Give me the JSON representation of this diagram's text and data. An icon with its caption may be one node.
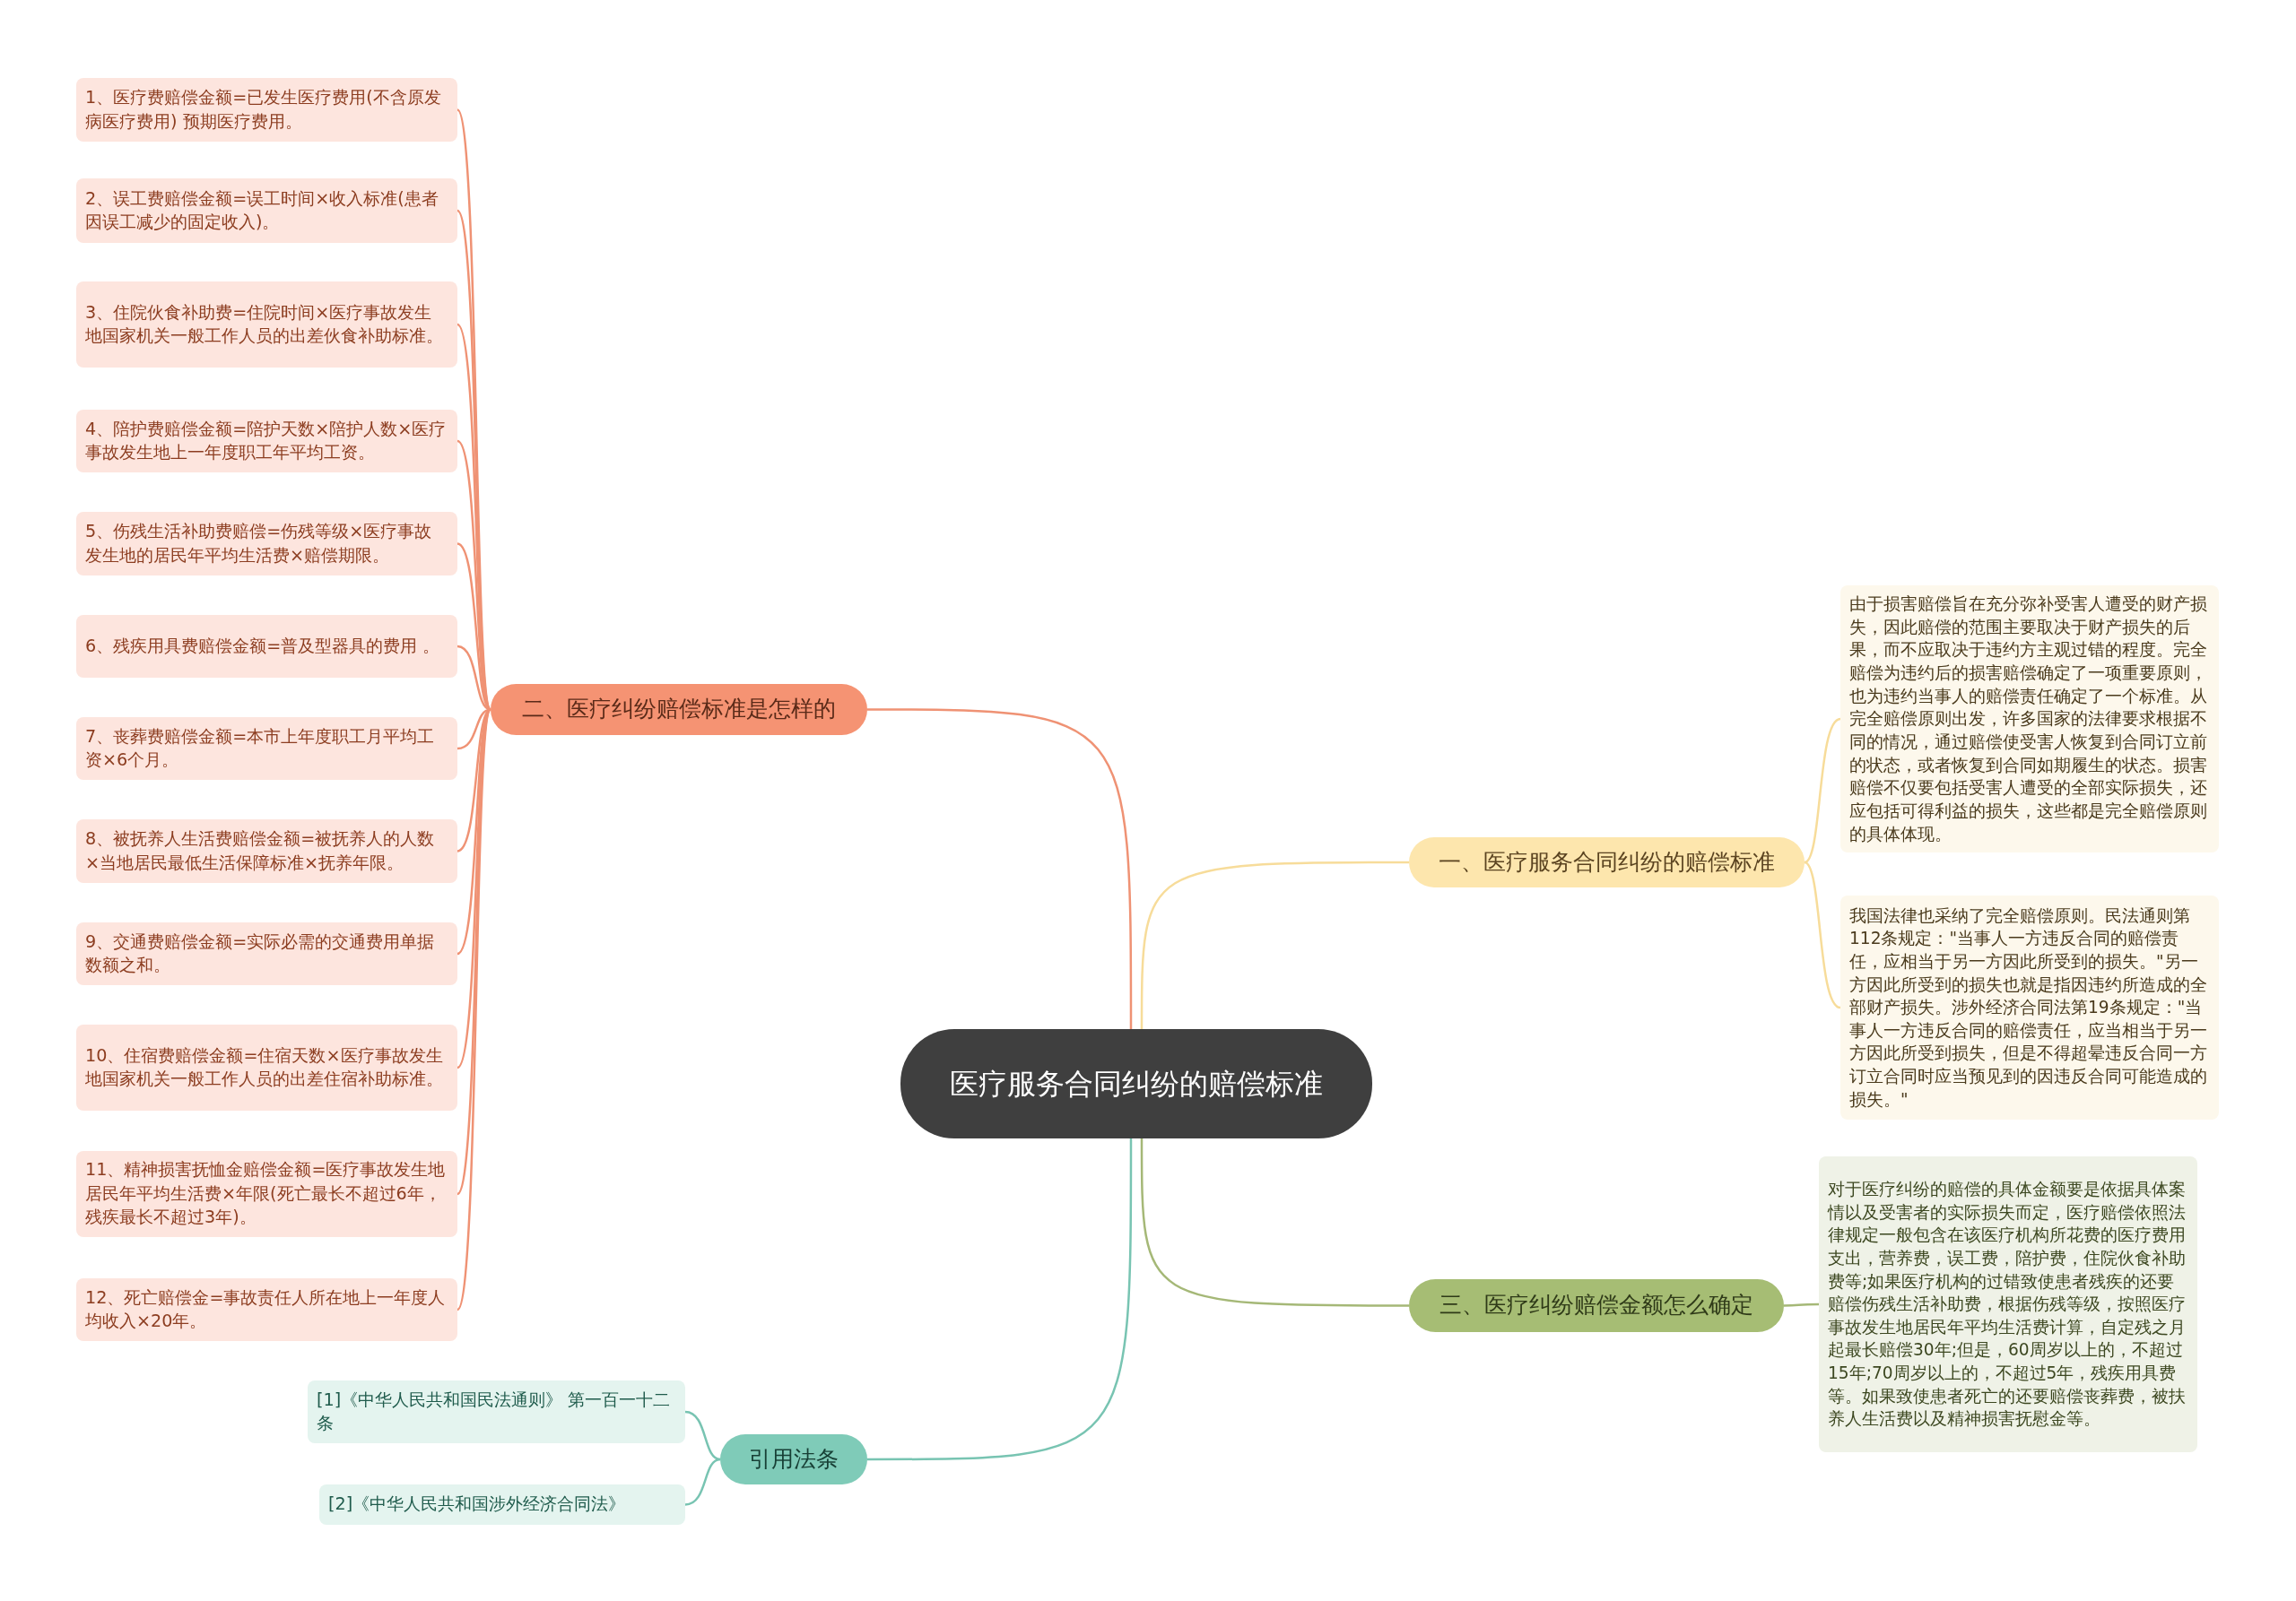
{
  "diagram": {
    "nodes": [
      {
        "text": [
          "医疗服务合同纠纷的赔偿标准"
        ]
      },
      {
        "text": [
          "一、医疗服务合同纠纷的赔偿标准"
        ]
      },
      {
        "text": [
          "由于损害赔偿旨在充分弥补受害人遭受的财产损失，因此赔偿的范围主要取决于财产损失的后果，而不应取决于违约方主观过错的程度。完全赔偿为违约后的损害赔偿确定了一项重要原则，也为违约当事人的赔偿责任确定了一个标准。从完全赔偿原则出发，许多国家的法律要求根据不同的情况，通过赔偿使受害人恢复到合同订立前的状态，或者恢复到合同如期履生的状态。损害赔偿不仅要包括受害人遭受的全部实际损失，还应包括可得利益的损失，这些都是完全赔偿原则的具体体现。"
        ]
      },
      {
        "text": [
          "我国法律也采纳了完全赔偿原则。民法通则第112条规定：\"当事人一方违反合同的赔偿责任，应相当于另一方因此所受到的损失。\"另一方因此所受到的损失也就是指因违约所造成的全部财产损失。涉外经济合同法第19条规定：\"当事人一方违反合同的赔偿责任，应当相当于另一方因此所受到损失，但是不得超晕违反合同一方订立合同时应当预见到的因违反合同可能造成的损失。\""
        ]
      },
      {
        "text": [
          "二、医疗纠纷赔偿标准是怎样的"
        ]
      },
      {
        "text": [
          "1、医疗费赔偿金额=已发生医疗费用(不含原发病医疗费用) 预期医疗费用。"
        ]
      },
      {
        "text": [
          "2、误工费赔偿金额=误工时间×收入标准(患者因误工减少的固定收入)。"
        ]
      },
      {
        "text": [
          "3、住院伙食补助费=住院时间×医疗事故发生地国家机关一般工作人员的出差伙食补助标准。"
        ]
      },
      {
        "text": [
          "4、陪护费赔偿金额=陪护天数×陪护人数×医疗事故发生地上一年度职工年平均工资。"
        ]
      },
      {
        "text": [
          "5、伤残生活补助费赔偿=伤残等级×医疗事故发生地的居民年平均生活费×赔偿期限。"
        ]
      },
      {
        "text": [
          "6、残疾用具费赔偿金额=普及型器具的费用 。"
        ]
      },
      {
        "text": [
          "7、丧葬费赔偿金额=本市上年度职工月平均工资×6个月。"
        ]
      },
      {
        "text": [
          "8、被抚养人生活费赔偿金额=被抚养人的人数×当地居民最低生活保障标准×抚养年限。"
        ]
      },
      {
        "text": [
          "9、交通费赔偿金额=实际必需的交通费用单据数额之和。"
        ]
      },
      {
        "text": [
          "10、住宿费赔偿金额=住宿天数×医疗事故发生地国家机关一般工作人员的出差住宿补助标准。"
        ]
      },
      {
        "text": [
          "11、精神损害抚恤金赔偿金额=医疗事故发生地居民年平均生活费×年限(死亡最长不超过6年，残疾最长不超过3年)。"
        ]
      },
      {
        "text": [
          "12、死亡赔偿金=事故责任人所在地上一年度人均收入×20年。"
        ]
      },
      {
        "text": [
          "三、医疗纠纷赔偿金额怎么确定"
        ]
      },
      {
        "text": [
          "对于医疗纠纷的赔偿的具体金额要是依据具体案情以及受害者的实际损失而定，医疗赔偿依照法律规定一般包含在该医疗机构所花费的医疗费用支出，营养费，误工费，陪护费，住院伙食补助费等;如果医疗机构的过错致使患者残疾的还要赔偿伤残生活补助费，根据伤残等级，按照医疗事故发生地居民年平均生活费计算，自定残之月起最长赔偿30年;但是，60周岁以上的，不超过15年;70周岁以上的，不超过5年，残疾用具费等。如果致使患者死亡的还要赔偿丧葬费，被扶养人生活费以及精神损害抚慰金等。"
        ]
      },
      {
        "text": [
          "引用法条"
        ]
      },
      {
        "text": [
          "[1]《中华人民共和国民法通则》 第一百一十二条"
        ]
      },
      {
        "text": [
          "[2]《中华人民共和国涉外经济合同法》"
        ]
      }
    ],
    "edges": [
      {
        "from": 0,
        "to": 1,
        "arrow": "none",
        "color": "#f7dc9a"
      },
      {
        "from": 1,
        "to": 2,
        "arrow": "none",
        "color": "#f7dc9a"
      },
      {
        "from": 1,
        "to": 3,
        "arrow": "none",
        "color": "#f7dc9a"
      },
      {
        "from": 0,
        "to": 4,
        "arrow": "none"
      },
      {
        "from": 4,
        "to": 5,
        "arrow": "none"
      },
      {
        "from": 4,
        "to": 6,
        "arrow": "none"
      },
      {
        "from": 4,
        "to": 7,
        "arrow": "none"
      },
      {
        "from": 4,
        "to": 8,
        "arrow": "none"
      },
      {
        "from": 4,
        "to": 9,
        "arrow": "none"
      },
      {
        "from": 4,
        "to": 10,
        "arrow": "none"
      },
      {
        "from": 4,
        "to": 11,
        "arrow": "none"
      },
      {
        "from": 4,
        "to": 12,
        "arrow": "none"
      },
      {
        "from": 4,
        "to": 13,
        "arrow": "none"
      },
      {
        "from": 4,
        "to": 14,
        "arrow": "none"
      },
      {
        "from": 4,
        "to": 15,
        "arrow": "none"
      },
      {
        "from": 4,
        "to": 16,
        "arrow": "none"
      },
      {
        "from": 0,
        "to": 17,
        "arrow": "none",
        "color": "#a5b877"
      },
      {
        "from": 17,
        "to": 18,
        "arrow": "none",
        "color": "#a5b877"
      },
      {
        "from": 0,
        "to": 19,
        "arrow": "none",
        "color": "#78c4b2"
      },
      {
        "from": 19,
        "to": 20,
        "arrow": "none",
        "color": "#78c4b2"
      },
      {
        "from": 19,
        "to": 21,
        "arrow": "none",
        "color": "#78c4b2"
      }
    ]
  }
}
